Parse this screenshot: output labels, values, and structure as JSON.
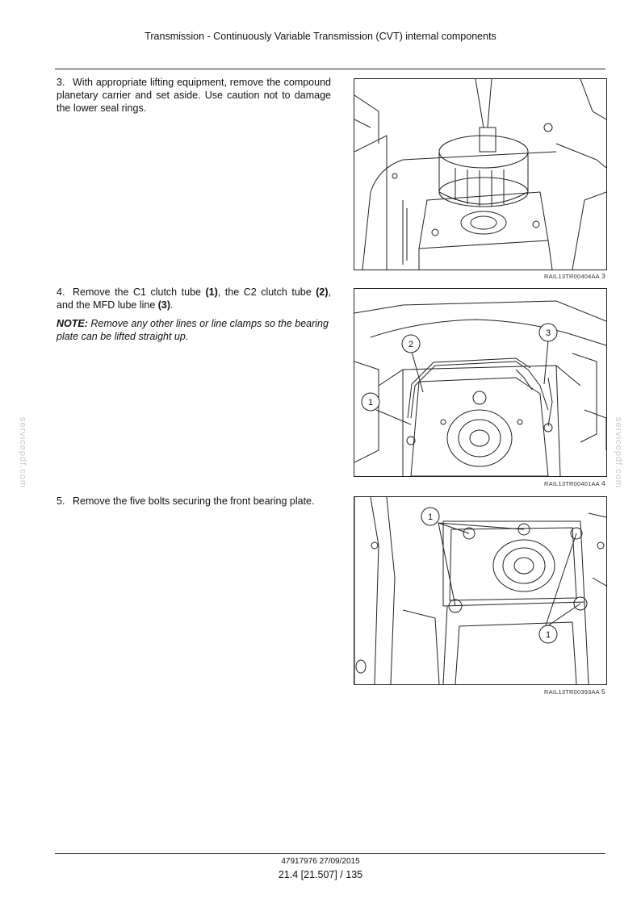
{
  "header": {
    "title": "Transmission - Continuously Variable Transmission (CVT) internal components"
  },
  "steps": [
    {
      "number": "3.",
      "text": "With appropriate lifting equipment, remove the compound planetary carrier and set aside. Use caution not to damage the lower seal rings."
    },
    {
      "number": "4.",
      "text_a": "Remove the C1 clutch tube ",
      "ref1": "(1)",
      "text_b": ", the C2 clutch tube ",
      "ref2": "(2)",
      "text_c": ", and the MFD lube line ",
      "ref3": "(3)",
      "text_d": "."
    },
    {
      "number": "5.",
      "text": "Remove the five bolts securing the front bearing plate."
    }
  ],
  "note": {
    "label": "NOTE:",
    "text": " Remove any other lines or line clamps so the bearing plate can be lifted straight up."
  },
  "figures": [
    {
      "caption": "RAIL13TR00404AA",
      "number": "3"
    },
    {
      "caption": "RAIL13TR00401AA",
      "number": "4",
      "callouts": [
        "1",
        "2",
        "3"
      ]
    },
    {
      "caption": "RAIL13TR00393AA",
      "number": "5",
      "callouts": [
        "1",
        "1"
      ]
    }
  ],
  "watermark": {
    "text": "servicepdf.com"
  },
  "footer": {
    "doc_ref": "47917976 27/09/2015",
    "page": "21.4 [21.507] / 135"
  }
}
